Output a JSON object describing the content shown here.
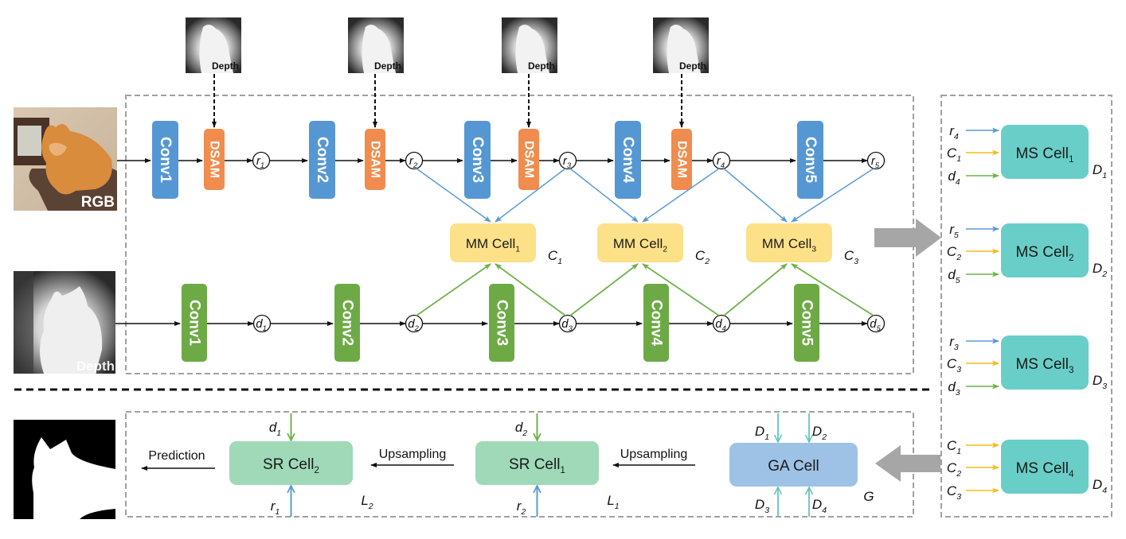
{
  "colors": {
    "rgb_conv": "#5597d3",
    "dsam": "#ef8c4e",
    "depth_conv": "#6daa45",
    "mm_cell": "#fde188",
    "ms_cell": "#69cec7",
    "sr_cell": "#9fd9b8",
    "ga_cell": "#9ec2e6",
    "blue_line": "#5b9bd5",
    "green_line": "#6fb24a",
    "yellow_line": "#f9bb1a",
    "teal_line": "#5fc7bd",
    "gray_arrow": "#a6a6a6",
    "dashed_box": "#a0a0a0"
  },
  "inputs": {
    "rgb_label": "RGB",
    "depth_label": "Depth",
    "depth_thumb_label": "Depth"
  },
  "rgb_stream": {
    "convs": [
      "Conv1",
      "Conv2",
      "Conv3",
      "Conv4",
      "Conv5"
    ],
    "dsam": [
      "DSAM",
      "DSAM",
      "DSAM",
      "DSAM"
    ],
    "nodes": [
      {
        "base": "r",
        "sub": "1"
      },
      {
        "base": "r",
        "sub": "2"
      },
      {
        "base": "r",
        "sub": "3"
      },
      {
        "base": "r",
        "sub": "4"
      },
      {
        "base": "r",
        "sub": "5"
      }
    ]
  },
  "depth_stream": {
    "convs": [
      "Conv1",
      "Conv2",
      "Conv3",
      "Conv4",
      "Conv5"
    ],
    "nodes": [
      {
        "base": "d",
        "sub": "1"
      },
      {
        "base": "d",
        "sub": "2"
      },
      {
        "base": "d",
        "sub": "3"
      },
      {
        "base": "d",
        "sub": "4"
      },
      {
        "base": "d",
        "sub": "5"
      }
    ]
  },
  "mm_cells": [
    {
      "label": "MM Cell",
      "sub": "1",
      "out": "C",
      "out_sub": "1"
    },
    {
      "label": "MM Cell",
      "sub": "2",
      "out": "C",
      "out_sub": "2"
    },
    {
      "label": "MM Cell",
      "sub": "3",
      "out": "C",
      "out_sub": "3"
    }
  ],
  "ms_cells": [
    {
      "label": "MS Cell",
      "sub": "1",
      "out": "D",
      "out_sub": "1",
      "inputs": [
        {
          "base": "r",
          "sub": "4",
          "color": "blue"
        },
        {
          "base": "C",
          "sub": "1",
          "color": "yellow"
        },
        {
          "base": "d",
          "sub": "4",
          "color": "green"
        }
      ]
    },
    {
      "label": "MS Cell",
      "sub": "2",
      "out": "D",
      "out_sub": "2",
      "inputs": [
        {
          "base": "r",
          "sub": "5",
          "color": "blue"
        },
        {
          "base": "C",
          "sub": "2",
          "color": "yellow"
        },
        {
          "base": "d",
          "sub": "5",
          "color": "green"
        }
      ]
    },
    {
      "label": "MS Cell",
      "sub": "3",
      "out": "D",
      "out_sub": "3",
      "inputs": [
        {
          "base": "r",
          "sub": "3",
          "color": "blue"
        },
        {
          "base": "C",
          "sub": "3",
          "color": "yellow"
        },
        {
          "base": "d",
          "sub": "3",
          "color": "green"
        }
      ]
    },
    {
      "label": "MS Cell",
      "sub": "4",
      "out": "D",
      "out_sub": "4",
      "inputs": [
        {
          "base": "C",
          "sub": "1",
          "color": "yellow"
        },
        {
          "base": "C",
          "sub": "2",
          "color": "yellow"
        },
        {
          "base": "C",
          "sub": "3",
          "color": "yellow"
        }
      ]
    }
  ],
  "decoder": {
    "ga_cell": {
      "label": "GA Cell",
      "out": "G",
      "inputs_top": [
        {
          "base": "D",
          "sub": "1"
        },
        {
          "base": "D",
          "sub": "2"
        }
      ],
      "inputs_bottom": [
        {
          "base": "D",
          "sub": "3"
        },
        {
          "base": "D",
          "sub": "4"
        }
      ]
    },
    "sr_cells": [
      {
        "label": "SR Cell",
        "sub": "1",
        "out": "L",
        "out_sub": "1",
        "top": {
          "base": "d",
          "sub": "2"
        },
        "bottom": {
          "base": "r",
          "sub": "2"
        }
      },
      {
        "label": "SR Cell",
        "sub": "2",
        "out": "L",
        "out_sub": "2",
        "top": {
          "base": "d",
          "sub": "1"
        },
        "bottom": {
          "base": "r",
          "sub": "1"
        }
      }
    ],
    "upsampling_label": "Upsampling",
    "prediction_label": "Prediction"
  }
}
